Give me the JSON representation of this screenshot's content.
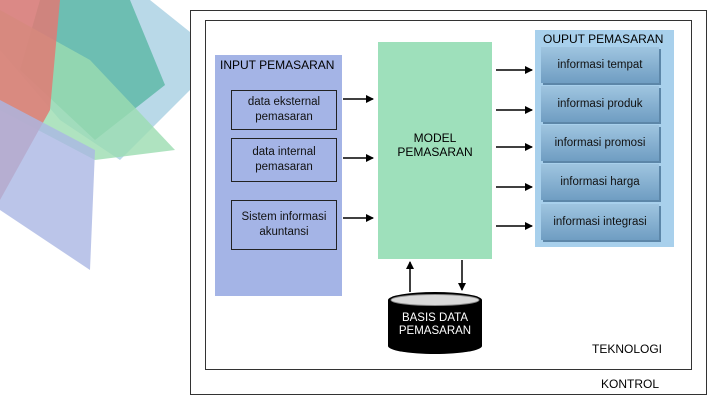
{
  "input": {
    "title": "INPUT PEMASARAN",
    "items": [
      {
        "label": "data eksternal pemasaran"
      },
      {
        "label": "data internal pemasaran"
      },
      {
        "label": "Sistem informasi akuntansi"
      }
    ]
  },
  "model": {
    "label": "MODEL PEMASARAN"
  },
  "output": {
    "title": "OUPUT PEMASARAN",
    "items": [
      {
        "label": "informasi tempat"
      },
      {
        "label": "informasi produk"
      },
      {
        "label": "informasi promosi"
      },
      {
        "label": "informasi harga"
      },
      {
        "label": "informasi integrasi"
      }
    ]
  },
  "database": {
    "label": "BASIS DATA PEMASARAN"
  },
  "technology": {
    "label": "TEKNOLOGI"
  },
  "control": {
    "label": "KONTROL"
  },
  "colors": {
    "input_panel": "#a4b4e6",
    "model": "#9ee0bb",
    "output_panel": "#a8d0ec",
    "output_box": "#6f9dc2",
    "database": "#000000"
  }
}
